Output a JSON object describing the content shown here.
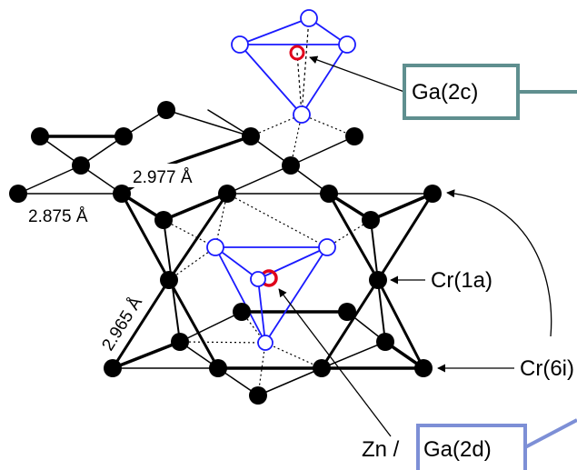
{
  "labels": {
    "ga_2c": "Ga(2c)",
    "cr_1a": "Cr(1a)",
    "cr_6i": "Cr(6i)",
    "zn_prefix": "Zn / ",
    "ga_2d": "Ga(2d)"
  },
  "distances": {
    "d1": "2.977 Å",
    "d2": "2.875 Å",
    "d3": "2.965 Å"
  },
  "colors": {
    "cr_atom": "#000000",
    "ga_tetrahedron": "#1a1aff",
    "ga_atom_highlight": "#e0001a",
    "box_2c": "#5f8f8f",
    "box_2d": "#7d8fd6"
  }
}
